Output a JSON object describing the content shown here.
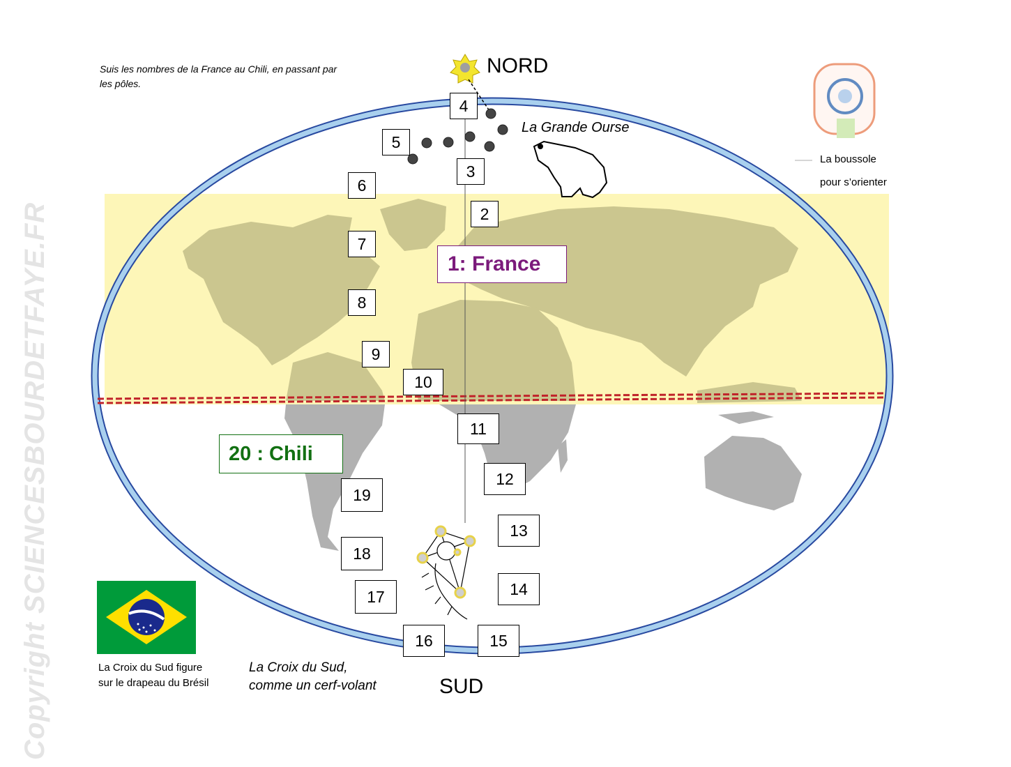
{
  "instruction": "Suis les nombres de la France au Chili, en passant par les pôles.",
  "north_label": "NORD",
  "south_label": "SUD",
  "big_dipper_label": "La Grande Ourse",
  "compass_caption": [
    "La boussole",
    "pour s’orienter"
  ],
  "kite_caption": [
    "La Croix du Sud,",
    "comme un cerf-volant"
  ],
  "flag_caption": [
    "La Croix du Sud figure",
    "sur le drapeau du Brésil"
  ],
  "start_label": "1: France",
  "end_label": "20 : Chili",
  "route_numbers": [
    "2",
    "3",
    "4",
    "5",
    "6",
    "7",
    "8",
    "9",
    "10",
    "11",
    "12",
    "13",
    "14",
    "15",
    "16",
    "17",
    "18",
    "19"
  ],
  "watermark": "Copyright SCIENCESBOURDETFAYE.FR",
  "colors": {
    "ellipse": "#8fc3e8",
    "band": "#fdf6b8",
    "land_north": "#cbc68f",
    "land_south": "#b1b1b1",
    "equator": "#c0232a",
    "france": "#7b1a7b",
    "chili": "#127012",
    "flag_green": "#009b3a",
    "flag_yellow": "#fedf00",
    "flag_blue": "#1a2a8c"
  }
}
